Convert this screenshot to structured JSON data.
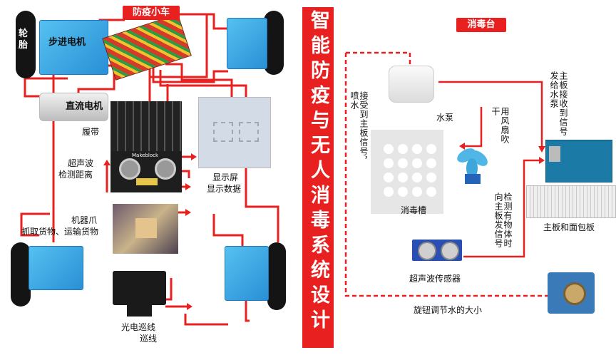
{
  "left_title": "防疫小车",
  "right_title": "消毒台",
  "banner_title": "智能防疫与无人消毒系统设计",
  "labels": {
    "tire": "轮胎",
    "stepper_motor": "步进电机",
    "dc_motor": "直流电机",
    "track": "履带",
    "ultrasonic_measure_line1": "超声波",
    "ultrasonic_measure_line2": "检测距离",
    "claw_line1": "机器爪",
    "claw_line2": "抓取货物、运输货物",
    "display_line1": "显示屏",
    "display_line2": "显示数据",
    "photo_line1": "光电巡线",
    "photo_line2": "巡线",
    "receive_signal_spray": "接受到主板信号，喷水",
    "water_pump": "水泵",
    "fan_dry": "用风扇吹干",
    "disinfect_tank": "消毒槽",
    "detect_signal": "检测有物体时向主板发信号",
    "board_receive": "主板接收到信号发给水泵",
    "mainboard_breadboard": "主板和面包板",
    "ultrasonic_sensor": "超声波传感器",
    "knob_adjust": "旋钮调节水的大小"
  },
  "brand_small": "Makeblock",
  "colors": {
    "accent": "#e8201f",
    "motor_blue": "#3aa5e6",
    "wheel": "#141414"
  }
}
